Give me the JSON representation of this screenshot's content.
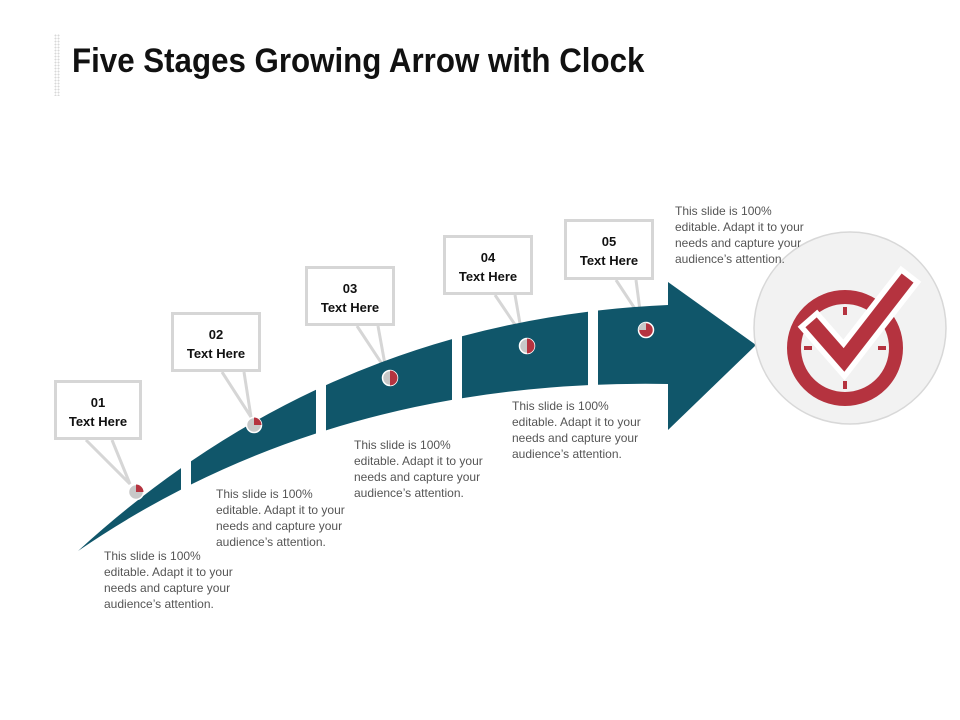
{
  "title": "Five Stages Growing Arrow with Clock",
  "colors": {
    "arrow": "#10566a",
    "accent": "#b5333f",
    "marker_grey": "#c8c8c8",
    "clock_circle_bg": "#f2f2f2",
    "callout_border": "#d6d6d6",
    "body_text": "#555555"
  },
  "stages": [
    {
      "number": "01",
      "label": "Text Here",
      "description": "This slide is 100% editable. Adapt it to your needs and capture your audience’s attention."
    },
    {
      "number": "02",
      "label": "Text Here",
      "description": "This slide is 100% editable. Adapt it to your needs and capture your audience’s attention."
    },
    {
      "number": "03",
      "label": "Text Here",
      "description": "This slide is 100% editable. Adapt it to your needs and capture your audience’s attention."
    },
    {
      "number": "04",
      "label": "Text Here",
      "description": "This slide is 100% editable. Adapt it to your needs and capture your audience’s attention."
    },
    {
      "number": "05",
      "label": "Text Here",
      "description": "This slide is 100% editable. Adapt it to your needs and capture your audience’s attention."
    }
  ],
  "icons": {
    "end_icon": "clock-check-icon",
    "stage_marker": "pie-marker-icon"
  }
}
